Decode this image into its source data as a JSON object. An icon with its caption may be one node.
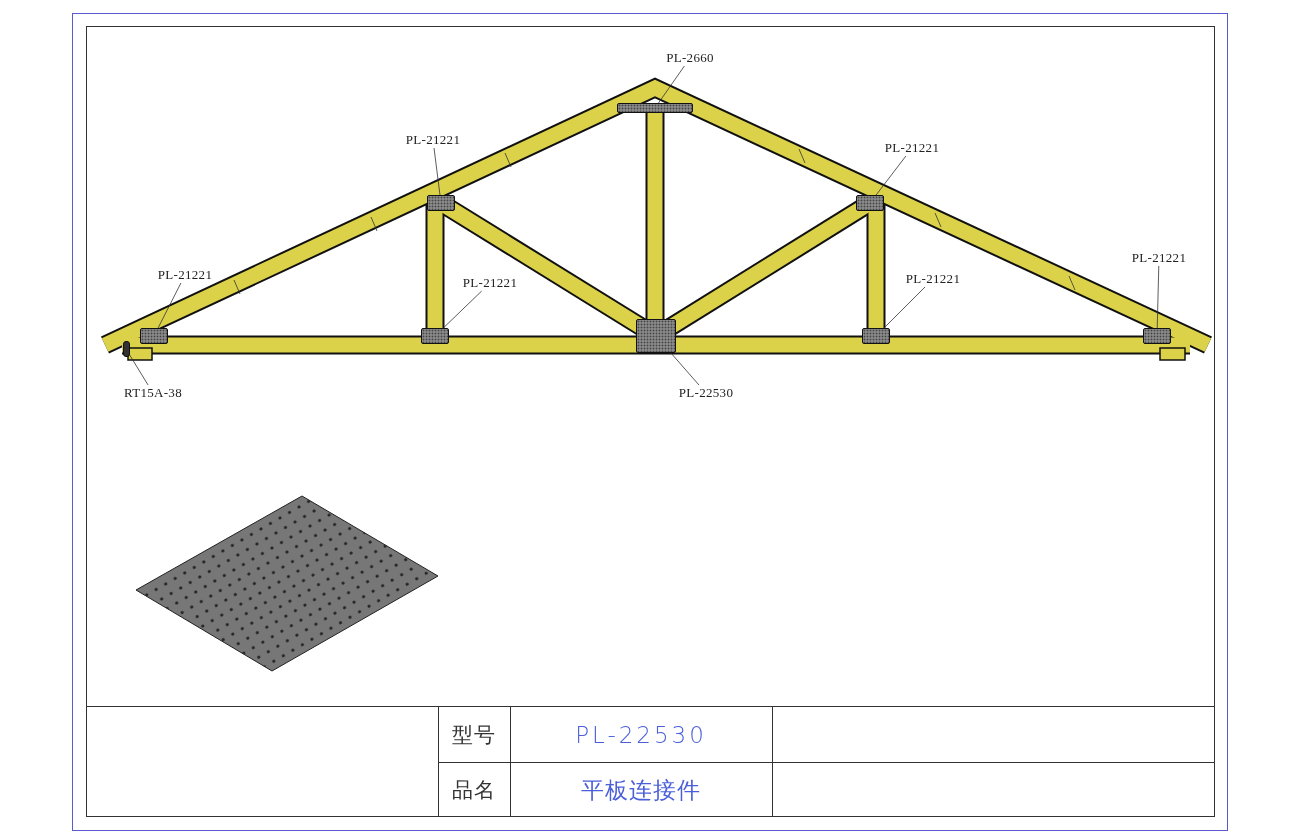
{
  "diagram": {
    "nodes": [
      {
        "text": [
          "PL-2660"
        ]
      },
      {
        "text": [
          "PL-21221"
        ]
      },
      {
        "text": [
          "PL-21221"
        ]
      },
      {
        "text": [
          "PL-21221"
        ]
      },
      {
        "text": [
          "PL-21221"
        ]
      },
      {
        "text": [
          "PL-21221"
        ]
      },
      {
        "text": [
          "PL-21221"
        ]
      },
      {
        "text": [
          "RT15A-38"
        ]
      },
      {
        "text": [
          "PL-22530"
        ]
      },
      {
        "text": [],
        "shape": "box"
      },
      {
        "text": [],
        "shape": "box"
      },
      {
        "text": [],
        "shape": "box"
      },
      {
        "text": [],
        "shape": "box"
      },
      {
        "text": [],
        "shape": "box"
      },
      {
        "text": [],
        "shape": "box"
      },
      {
        "text": [],
        "shape": "box"
      },
      {
        "text": [],
        "shape": "box"
      },
      {
        "text": [],
        "shape": "box"
      }
    ],
    "edges": [
      {
        "from": 0,
        "to": 9,
        "arrow": "none"
      },
      {
        "from": 1,
        "to": 10,
        "arrow": "none"
      },
      {
        "from": 2,
        "to": 11,
        "arrow": "none"
      },
      {
        "from": 3,
        "to": 16,
        "arrow": "none"
      },
      {
        "from": 4,
        "to": 12,
        "arrow": "none"
      },
      {
        "from": 5,
        "to": 15,
        "arrow": "none"
      },
      {
        "from": 6,
        "to": 13,
        "arrow": "none"
      },
      {
        "from": 7,
        "to": 17,
        "arrow": "none"
      },
      {
        "from": 8,
        "to": 14,
        "arrow": "none"
      }
    ],
    "labels": [
      "型号",
      "PL-22530",
      "品名",
      "平板连接件"
    ]
  }
}
